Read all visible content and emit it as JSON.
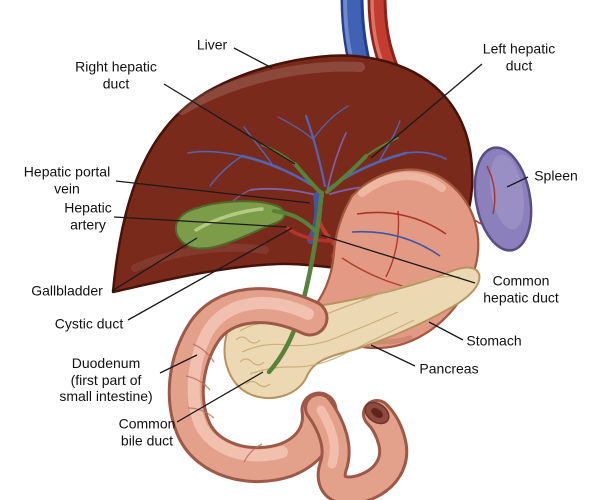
{
  "labels": {
    "liver": "Liver",
    "right_hepatic_duct": "Right hepatic\nduct",
    "left_hepatic_duct": "Left hepatic\nduct",
    "hepatic_portal_vein": "Hepatic portal\nvein",
    "hepatic_artery": "Hepatic\nartery",
    "gallbladder": "Gallbladder",
    "cystic_duct": "Cystic duct",
    "duodenum": "Duodenum\n(first part of\nsmall intestine)",
    "common_bile_duct": "Common\nbile duct",
    "spleen": "Spleen",
    "common_hepatic_duct": "Common\nhepatic duct",
    "stomach": "Stomach",
    "pancreas": "Pancreas"
  },
  "colors": {
    "background": "#ffffff",
    "liver": "#7a2a1b",
    "liver_outline": "#471208",
    "stomach": "#e29a84",
    "stomach_outline": "#a4573f",
    "pancreas": "#ecd9b3",
    "pancreas_outline": "#b8935f",
    "spleen": "#8b7fbc",
    "spleen_outline": "#594d84",
    "gallbladder": "#7d9c49",
    "gallbladder_outline": "#4f6b2c",
    "bile_duct": "#57823a",
    "portal_vein": "#44549e",
    "vein_blue": "#5066b5",
    "vein_purple": "#7e62ad",
    "artery_red": "#bd3a2e",
    "intestine": "#e3a08b",
    "intestine_outline": "#9d5848",
    "leader_line": "#1a1a1a",
    "label_text": "#111111"
  }
}
